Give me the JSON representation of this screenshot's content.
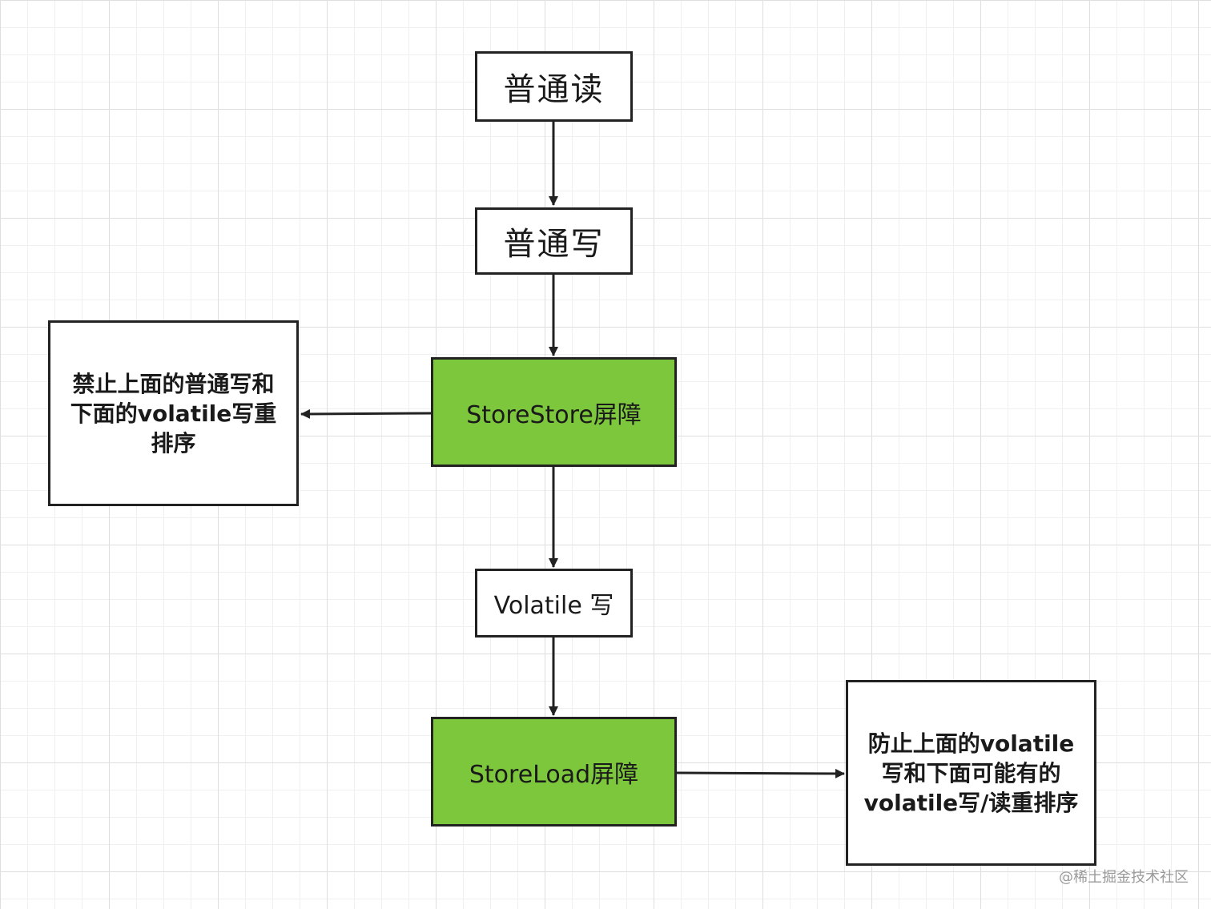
{
  "nodes": {
    "normal_read": "普通读",
    "normal_write": "普通写",
    "storestore": "StoreStore屏障",
    "volatile_write": "Volatile 写",
    "storeload": "StoreLoad屏障",
    "note_left": [
      "禁止上面的普通写和",
      "下面的volatile写重",
      "排序"
    ],
    "note_right": [
      "防止上面的volatile",
      "写和下面可能有的",
      "volatile写/读重排序"
    ]
  },
  "colors": {
    "barrier_fill": "#7dc73d",
    "border": "#222222"
  },
  "watermark": "@稀土掘金技术社区"
}
